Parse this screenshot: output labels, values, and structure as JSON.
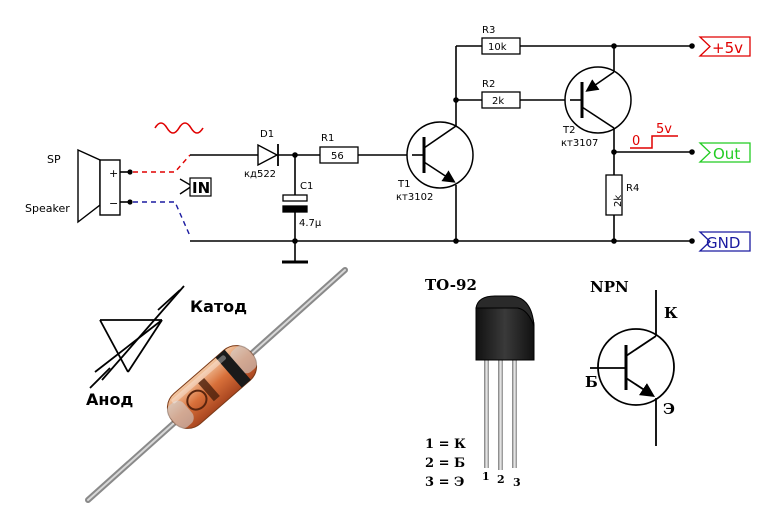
{
  "circuit": {
    "labels": {
      "sp": "SP",
      "speaker": "Speaker",
      "plus": "+",
      "minus": "−",
      "in": "IN",
      "d1": "D1",
      "d1_part": "кд522",
      "r1": "R1",
      "r1_value": "56",
      "c1": "C1",
      "c1_value": "4.7µ",
      "t1": "T1",
      "t1_part": "кт3102",
      "r2": "R2",
      "r2_value": "2k",
      "r3": "R3",
      "r3_value": "10k",
      "t2": "T2",
      "t2_part": "кт3107",
      "r4": "R4",
      "r4_value": "2k",
      "pulse_low": "0",
      "pulse_high": "5v"
    },
    "ports": {
      "vcc": "+5v",
      "out": "Out",
      "gnd": "GND"
    },
    "colors": {
      "vcc": "#e00000",
      "out": "#22cc22",
      "gnd": "#1a1aa0",
      "signal_wave": "#e00000",
      "speaker_plus_wire": "#e00000",
      "speaker_minus_wire": "#1a1aa0",
      "pulse": "#e00000"
    }
  },
  "diode_symbol": {
    "cathode": "Катод",
    "anode": "Анод"
  },
  "to92": {
    "title": "TO-92",
    "pin1": "1 = К",
    "pin2": "2 = Б",
    "pin3": "3 = Э",
    "lead1": "1",
    "lead2": "2",
    "lead3": "3"
  },
  "npn_symbol": {
    "title": "NPN",
    "collector": "К",
    "base": "Б",
    "emitter": "Э"
  }
}
